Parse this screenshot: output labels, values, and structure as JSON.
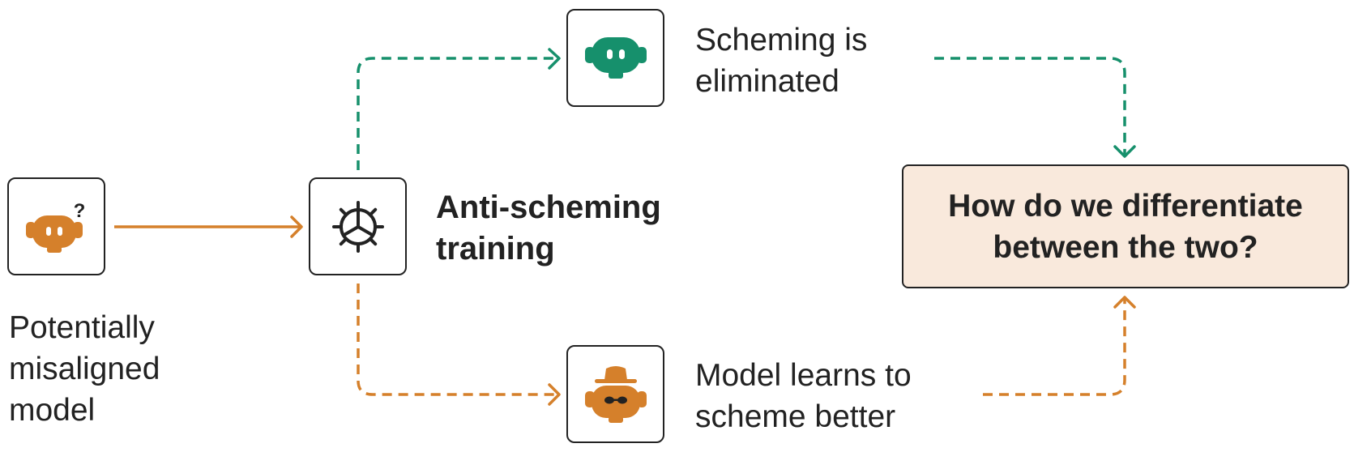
{
  "colors": {
    "orange": "#d5802b",
    "green": "#16906c",
    "ink": "#222222",
    "question_bg": "#f9e9dc"
  },
  "nodes": {
    "start": {
      "icon": "confused-robot-icon",
      "label_lines": [
        "Potentially",
        "misaligned",
        "model"
      ]
    },
    "training": {
      "icon": "gear-icon",
      "label_lines": [
        "Anti-scheming",
        "training"
      ]
    },
    "good_outcome": {
      "icon": "happy-robot-icon",
      "label_lines": [
        "Scheming is",
        "eliminated"
      ]
    },
    "bad_outcome": {
      "icon": "disguised-robot-icon",
      "label_lines": [
        "Model learns to",
        "scheme better"
      ]
    },
    "question": {
      "label_lines": [
        "How do we differentiate",
        "between the two?"
      ]
    }
  },
  "edges": [
    {
      "from": "start",
      "to": "training",
      "style": "solid",
      "color": "orange"
    },
    {
      "from": "training",
      "to": "good_outcome",
      "style": "dashed",
      "color": "green"
    },
    {
      "from": "training",
      "to": "bad_outcome",
      "style": "dashed",
      "color": "orange"
    },
    {
      "from": "good_outcome",
      "to": "question",
      "style": "dashed",
      "color": "green"
    },
    {
      "from": "bad_outcome",
      "to": "question",
      "style": "dashed",
      "color": "orange"
    }
  ]
}
